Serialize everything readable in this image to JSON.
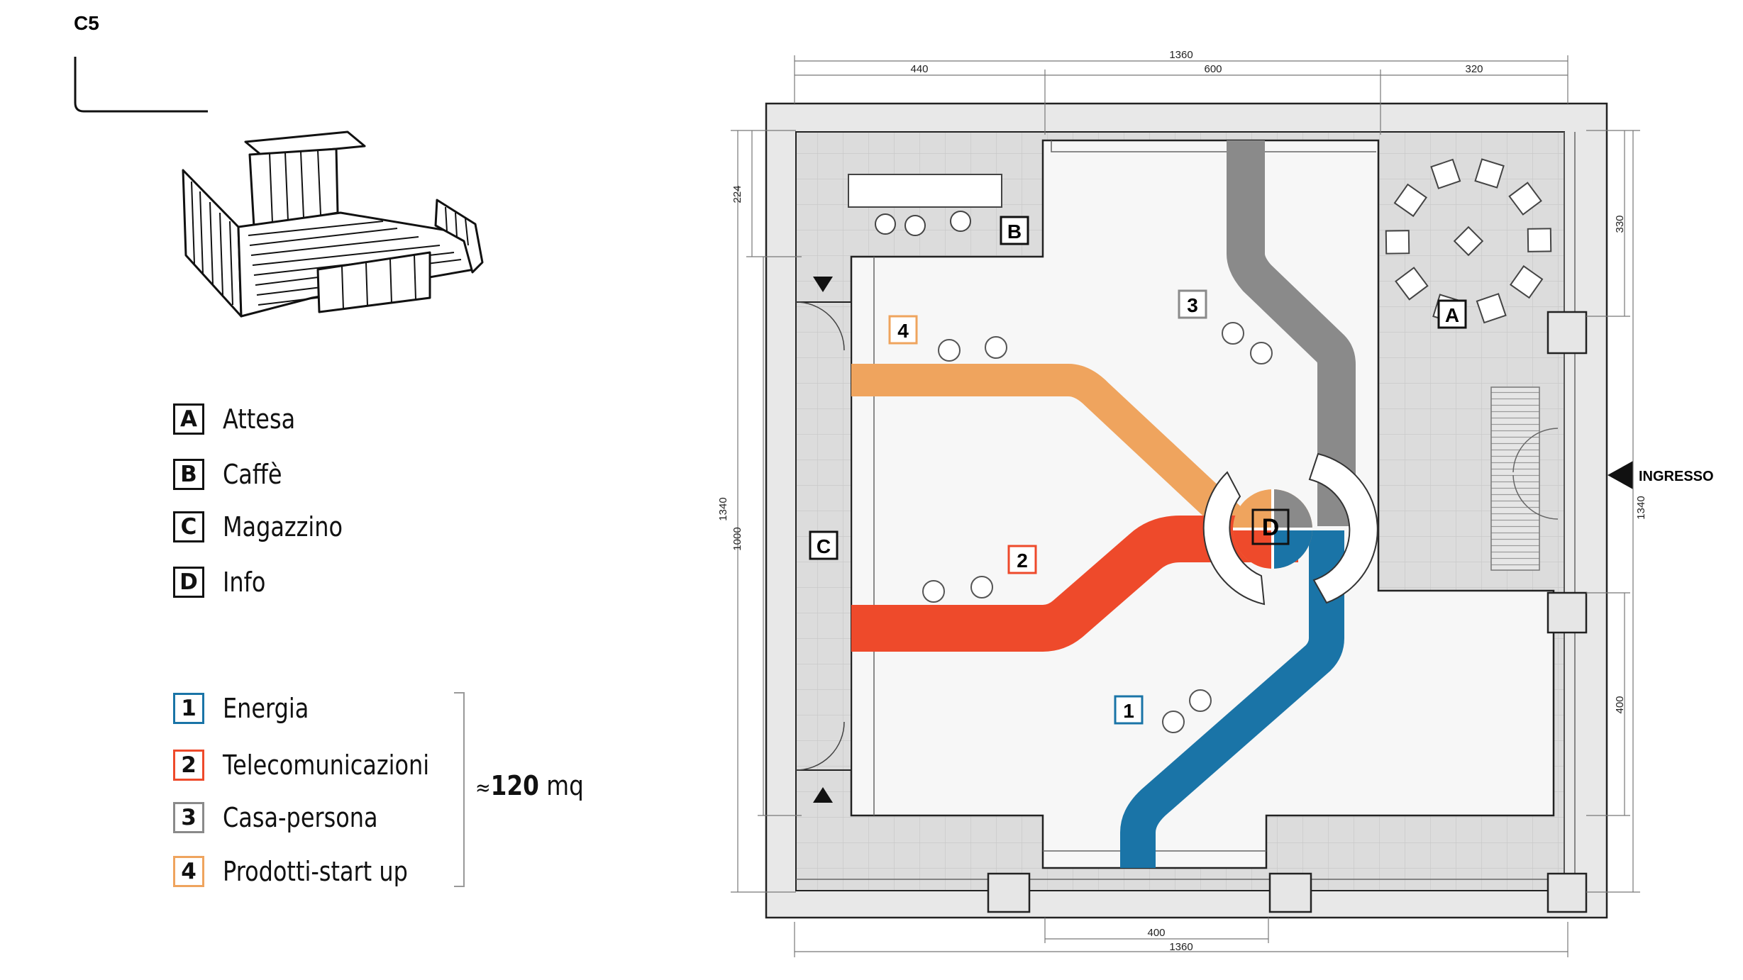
{
  "sheet": {
    "id": "C5"
  },
  "legend_zones": [
    {
      "key": "A",
      "label": "Attesa"
    },
    {
      "key": "B",
      "label": "Caffè"
    },
    {
      "key": "C",
      "label": "Magazzino"
    },
    {
      "key": "D",
      "label": "Info"
    }
  ],
  "legend_themes": [
    {
      "key": "1",
      "label": "Energia",
      "color": "#1a74a7"
    },
    {
      "key": "2",
      "label": "Telecomunicazioni",
      "color": "#ee4a2b"
    },
    {
      "key": "3",
      "label": "Casa-persona",
      "color": "#8a8a8a"
    },
    {
      "key": "4",
      "label": "Prodotti-start up",
      "color": "#efa45e"
    }
  ],
  "area": {
    "approx": "≈",
    "value": "120",
    "unit": "mq"
  },
  "plan": {
    "entrance": "INGRESSO",
    "zones": {
      "a": "A",
      "b": "B",
      "c": "C",
      "d": "D"
    },
    "paths": {
      "p1": "1",
      "p2": "2",
      "p3": "3",
      "p4": "4"
    },
    "dims": {
      "top_total": "1360",
      "top_left": "440",
      "top_mid": "600",
      "top_right": "320",
      "left_upper": "224",
      "left_total": "1340",
      "left_inner": "1000",
      "right_upper": "330",
      "right_total": "1340",
      "right_lower": "400",
      "bottom_mid": "400",
      "bottom_total": "1360"
    }
  },
  "colors": {
    "energia": "#1a74a7",
    "telecom": "#ee4a2b",
    "casa": "#8a8a8a",
    "startup": "#efa45e",
    "tile": "#dcdcdc",
    "wall": "#e8e8e8",
    "floor": "#f6f6f6"
  }
}
